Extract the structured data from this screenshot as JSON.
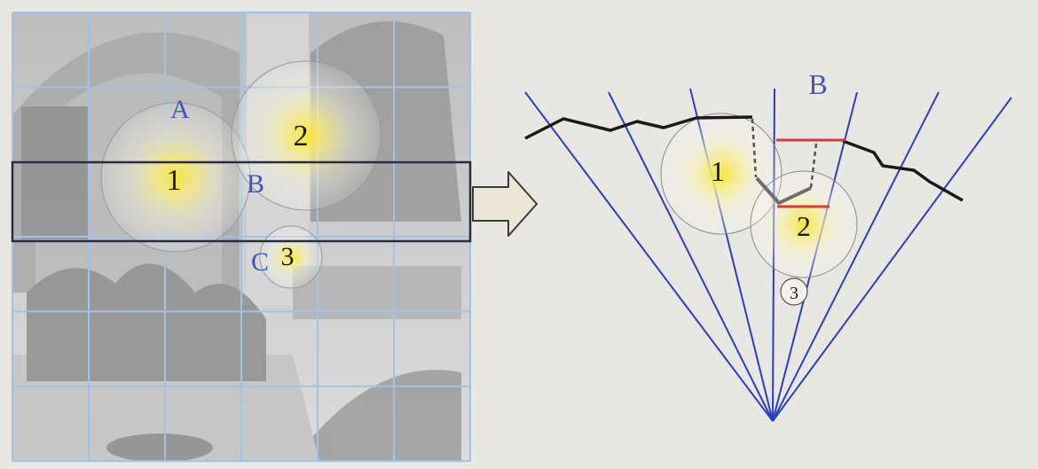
{
  "left_panel": {
    "region_labels": {
      "a": "A",
      "b": "B",
      "c": "C"
    },
    "lights": [
      {
        "label": "1"
      },
      {
        "label": "2"
      },
      {
        "label": "3"
      }
    ]
  },
  "right_panel": {
    "region_label": "B",
    "lights": [
      {
        "label": "1"
      },
      {
        "label": "2"
      },
      {
        "label": "3"
      }
    ]
  },
  "colors": {
    "page_background": "#e9e7e2",
    "photo_background": "#c9c9c9",
    "grid_line": "#9fc3e8",
    "slice_outline": "#2a2a40",
    "arrow_fill": "#ece6d6",
    "arrow_stroke": "#3a3a3a",
    "label_blue": "#3d56b8",
    "frustum_blue": "#2a3fc0",
    "depth_line": "#1a1a1a",
    "red_segment": "#d43a3a",
    "dashed_line": "#555555",
    "light_glow": "#f6e53a"
  }
}
